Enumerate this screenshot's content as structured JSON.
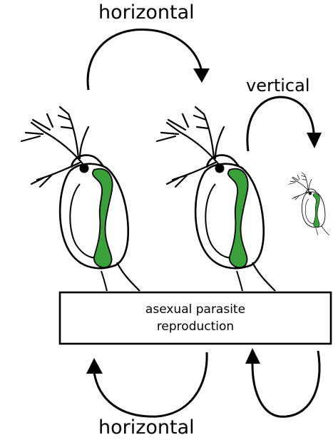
{
  "labels": {
    "top": "horizontal",
    "vertical": "vertical",
    "bottom": "horizontal"
  },
  "box": {
    "line1": "asexual parasite",
    "line2": "reproduction"
  },
  "colors": {
    "parasite": "#3aa03a",
    "outline": "#000000",
    "background": "#ffffff"
  }
}
